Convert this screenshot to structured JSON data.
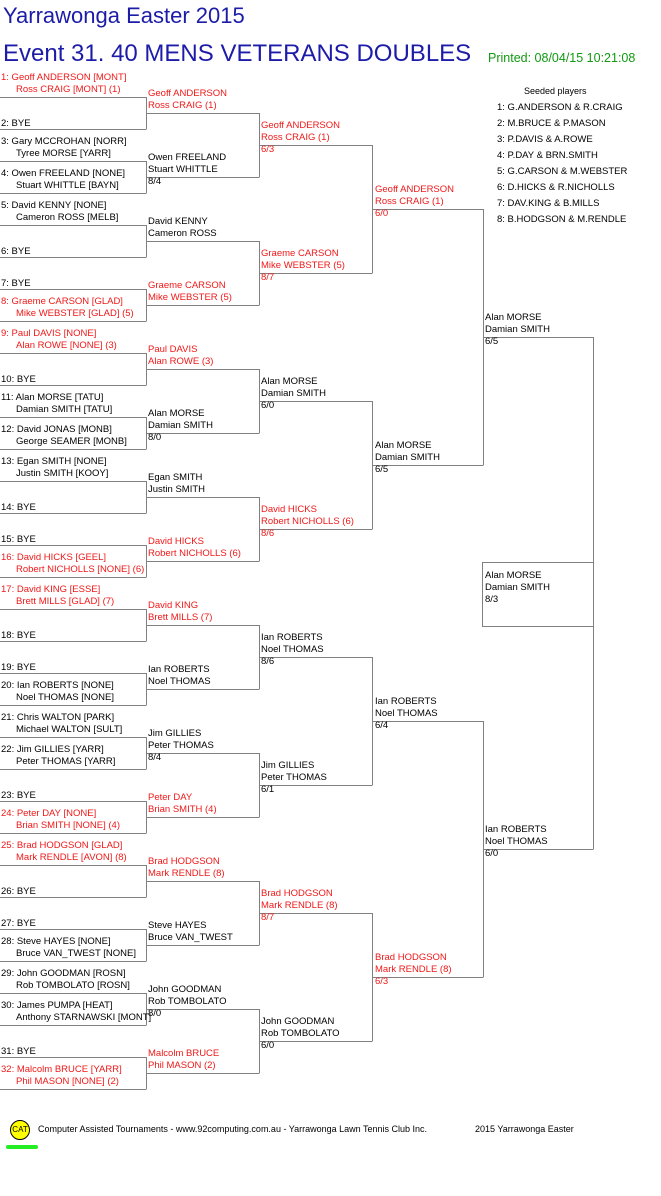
{
  "header": {
    "title": "Yarrawonga Easter 2015",
    "event": "Event 31. 40 MENS VETERANS  DOUBLES",
    "printed": "Printed: 08/04/15 10:21:08"
  },
  "colors": {
    "title": "#1c1ca8",
    "seeded": "#f01818",
    "printed": "#119a11",
    "lines": "#808080"
  },
  "seeded_players": {
    "heading": "Seeded players",
    "items": [
      "1: G.ANDERSON & R.CRAIG",
      "2: M.BRUCE & P.MASON",
      "3: P.DAVIS & A.ROWE",
      "4: P.DAY & BRN.SMITH",
      "5: G.CARSON & M.WEBSTER",
      "6: D.HICKS & R.NICHOLLS",
      "7: DAV.KING & B.MILLS",
      "8: B.HODGSON & M.RENDLE"
    ]
  },
  "rounds": [
    [
      {
        "lines": [
          "1: Geoff ANDERSON [MONT]",
          "Ross CRAIG [MONT] (1)"
        ],
        "seeded": true
      },
      {
        "lines": [
          "2: BYE"
        ]
      },
      {
        "lines": [
          "3: Gary MCCROHAN [NORR]",
          "Tyree MORSE [YARR]"
        ]
      },
      {
        "lines": [
          "4: Owen FREELAND [NONE]",
          "Stuart WHITTLE [BAYN]"
        ]
      },
      {
        "lines": [
          "5: David KENNY [NONE]",
          "Cameron ROSS [MELB]"
        ]
      },
      {
        "lines": [
          "6: BYE"
        ]
      },
      {
        "lines": [
          "7: BYE"
        ]
      },
      {
        "lines": [
          "8: Graeme CARSON [GLAD]",
          "Mike WEBSTER [GLAD] (5)"
        ],
        "seeded": true
      },
      {
        "lines": [
          "9: Paul DAVIS [NONE]",
          "Alan ROWE [NONE] (3)"
        ],
        "seeded": true
      },
      {
        "lines": [
          "10: BYE"
        ]
      },
      {
        "lines": [
          "11: Alan MORSE [TATU]",
          "Damian SMITH [TATU]"
        ]
      },
      {
        "lines": [
          "12: David JONAS [MONB]",
          "George SEAMER [MONB]"
        ]
      },
      {
        "lines": [
          "13: Egan SMITH [NONE]",
          "Justin SMITH [KOOY]"
        ]
      },
      {
        "lines": [
          "14: BYE"
        ]
      },
      {
        "lines": [
          "15: BYE"
        ]
      },
      {
        "lines": [
          "16: David HICKS [GEEL]",
          "Robert NICHOLLS [NONE] (6)"
        ],
        "seeded": true
      },
      {
        "lines": [
          "17: David KING [ESSE]",
          "Brett MILLS [GLAD] (7)"
        ],
        "seeded": true
      },
      {
        "lines": [
          "18: BYE"
        ]
      },
      {
        "lines": [
          "19: BYE"
        ]
      },
      {
        "lines": [
          "20: Ian ROBERTS [NONE]",
          "Noel THOMAS [NONE]"
        ]
      },
      {
        "lines": [
          "21: Chris WALTON [PARK]",
          "Michael WALTON [SULT]"
        ]
      },
      {
        "lines": [
          "22: Jim GILLIES [YARR]",
          "Peter THOMAS [YARR]"
        ]
      },
      {
        "lines": [
          "23: BYE"
        ]
      },
      {
        "lines": [
          "24: Peter DAY [NONE]",
          "Brian SMITH [NONE] (4)"
        ],
        "seeded": true
      },
      {
        "lines": [
          "25: Brad HODGSON [GLAD]",
          "Mark RENDLE [AVON] (8)"
        ],
        "seeded": true
      },
      {
        "lines": [
          "26: BYE"
        ]
      },
      {
        "lines": [
          "27: BYE"
        ]
      },
      {
        "lines": [
          "28: Steve HAYES [NONE]",
          "Bruce VAN_TWEST [NONE]"
        ]
      },
      {
        "lines": [
          "29: John GOODMAN [ROSN]",
          "Rob TOMBOLATO [ROSN]"
        ]
      },
      {
        "lines": [
          "30: James PUMPA [HEAT]",
          "Anthony STARNAWSKI [MONT]"
        ]
      },
      {
        "lines": [
          "31: BYE"
        ]
      },
      {
        "lines": [
          "32: Malcolm BRUCE [YARR]",
          "Phil MASON [NONE] (2)"
        ],
        "seeded": true
      }
    ],
    [
      {
        "lines": [
          "Geoff ANDERSON",
          "Ross CRAIG (1)"
        ],
        "seeded": true
      },
      {
        "lines": [
          "Owen FREELAND",
          "Stuart WHITTLE"
        ],
        "score": "8/4"
      },
      {
        "lines": [
          "David KENNY",
          "Cameron ROSS"
        ]
      },
      {
        "lines": [
          "Graeme CARSON",
          "Mike WEBSTER (5)"
        ],
        "seeded": true
      },
      {
        "lines": [
          "Paul DAVIS",
          "Alan ROWE (3)"
        ],
        "seeded": true
      },
      {
        "lines": [
          "Alan MORSE",
          "Damian SMITH"
        ],
        "score": "8/0"
      },
      {
        "lines": [
          "Egan SMITH",
          "Justin SMITH"
        ]
      },
      {
        "lines": [
          "David HICKS",
          "Robert NICHOLLS (6)"
        ],
        "seeded": true
      },
      {
        "lines": [
          "David KING",
          "Brett MILLS (7)"
        ],
        "seeded": true
      },
      {
        "lines": [
          "Ian ROBERTS",
          "Noel THOMAS"
        ]
      },
      {
        "lines": [
          "Jim GILLIES",
          "Peter THOMAS"
        ],
        "score": "8/4"
      },
      {
        "lines": [
          "Peter DAY",
          "Brian SMITH (4)"
        ],
        "seeded": true
      },
      {
        "lines": [
          "Brad HODGSON",
          "Mark RENDLE (8)"
        ],
        "seeded": true
      },
      {
        "lines": [
          "Steve HAYES",
          "Bruce VAN_TWEST"
        ]
      },
      {
        "lines": [
          "John GOODMAN",
          "Rob TOMBOLATO"
        ],
        "score": "8/0"
      },
      {
        "lines": [
          "Malcolm BRUCE",
          "Phil MASON (2)"
        ],
        "seeded": true
      }
    ],
    [
      {
        "lines": [
          "Geoff ANDERSON",
          "Ross CRAIG (1)"
        ],
        "score": "6/3",
        "seeded": true
      },
      {
        "lines": [
          "Graeme CARSON",
          "Mike WEBSTER (5)"
        ],
        "score": "8/7",
        "seeded": true
      },
      {
        "lines": [
          "Alan MORSE",
          "Damian SMITH"
        ],
        "score": "6/0"
      },
      {
        "lines": [
          "David HICKS",
          "Robert NICHOLLS (6)"
        ],
        "score": "8/6",
        "seeded": true
      },
      {
        "lines": [
          "Ian ROBERTS",
          "Noel THOMAS"
        ],
        "score": "8/6"
      },
      {
        "lines": [
          "Jim GILLIES",
          "Peter THOMAS"
        ],
        "score": "6/1"
      },
      {
        "lines": [
          "Brad HODGSON",
          "Mark RENDLE (8)"
        ],
        "score": "8/7",
        "seeded": true
      },
      {
        "lines": [
          "John GOODMAN",
          "Rob TOMBOLATO"
        ],
        "score": "6/0"
      }
    ],
    [
      {
        "lines": [
          "Geoff ANDERSON",
          "Ross CRAIG (1)"
        ],
        "score": "6/0",
        "seeded": true
      },
      {
        "lines": [
          "Alan MORSE",
          "Damian SMITH"
        ],
        "score": "6/5"
      },
      {
        "lines": [
          "Ian ROBERTS",
          "Noel THOMAS"
        ],
        "score": "6/4"
      },
      {
        "lines": [
          "Brad HODGSON",
          "Mark RENDLE (8)"
        ],
        "score": "6/3",
        "seeded": true
      }
    ],
    [
      {
        "lines": [
          "Alan MORSE",
          "Damian SMITH"
        ],
        "score": "6/5"
      },
      {
        "lines": [
          "Ian ROBERTS",
          "Noel THOMAS"
        ],
        "score": "6/0"
      }
    ]
  ],
  "winner": {
    "lines": [
      "Alan MORSE",
      "Damian SMITH"
    ],
    "score": "8/3"
  },
  "footer": {
    "logo": "CAT",
    "text": "Computer Assisted Tournaments - www.92computing.com.au -  Yarrawonga Lawn Tennis Club Inc.",
    "event": "2015 Yarrawonga Easter"
  }
}
